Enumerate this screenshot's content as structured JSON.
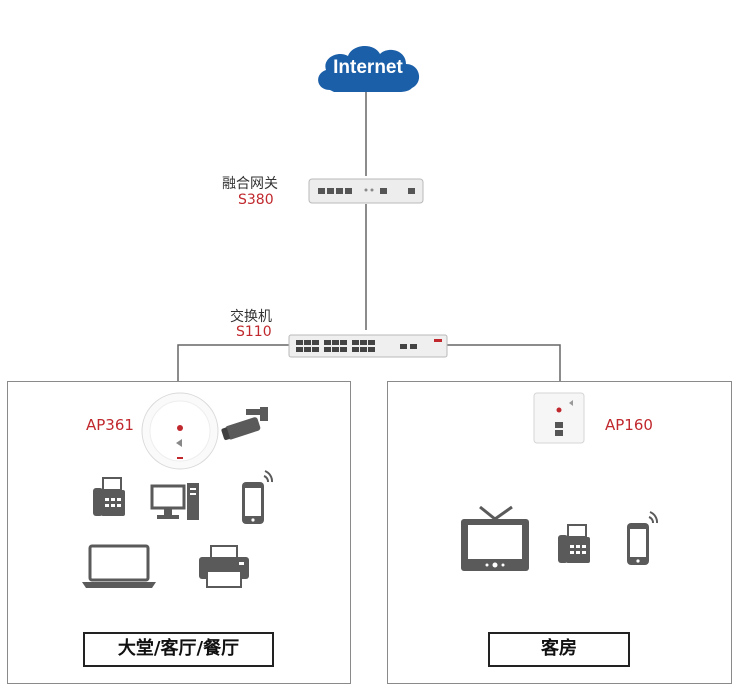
{
  "internet": {
    "label": "Internet"
  },
  "gateway": {
    "name": "融合网关",
    "model": "S380"
  },
  "switch": {
    "name": "交换机",
    "model": "S110"
  },
  "left_zone": {
    "ap_model": "AP361",
    "title": "大堂/客厅/餐厅"
  },
  "right_zone": {
    "ap_model": "AP160",
    "title": "客房"
  },
  "colors": {
    "cloud": "#1b5fa8",
    "model_text": "#c0282d",
    "icon": "#5a5a5a",
    "line": "#666666"
  }
}
